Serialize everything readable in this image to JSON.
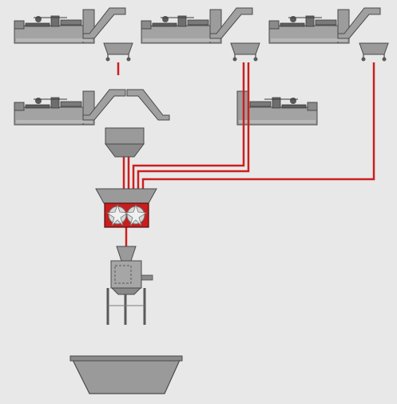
{
  "colors": {
    "background": "#e8e8e8",
    "machine_fill": "#9a9a9a",
    "machine_dark": "#6e6e6e",
    "machine_light": "#c4c4c4",
    "outline": "#4a4a4a",
    "pipe": "#cc1f1f",
    "grinder_fill": "#c81e1e"
  },
  "diagram": {
    "type": "process-flow",
    "components": [
      "extruder-line-top-left",
      "extruder-line-top-center",
      "extruder-line-top-right",
      "extruder-line-middle-left",
      "extruder-line-middle-right",
      "collection-cart-top-left",
      "collection-cart-top-center",
      "collection-cart-top-right",
      "feed-hopper",
      "shredder-hopper",
      "twin-rotor-shredder",
      "granulator",
      "output-bin"
    ],
    "connections": [
      [
        "collection-cart-top-left",
        "feed-hopper"
      ],
      [
        "collection-cart-top-center",
        "shredder-hopper"
      ],
      [
        "collection-cart-top-right",
        "shredder-hopper"
      ],
      [
        "feed-hopper",
        "shredder-hopper"
      ],
      [
        "twin-rotor-shredder",
        "granulator"
      ]
    ]
  }
}
